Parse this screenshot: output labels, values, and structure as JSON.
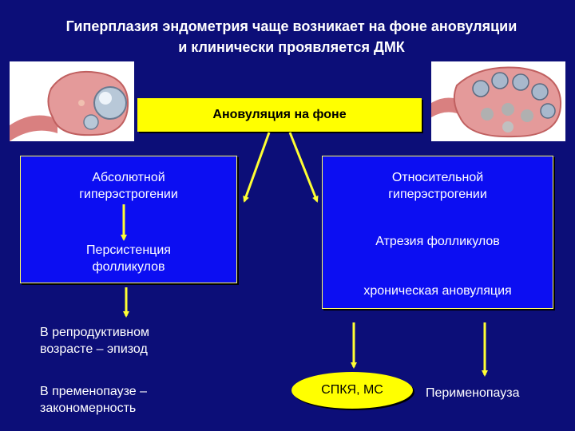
{
  "title": {
    "line1": "Гиперплазия эндометрия чаще возникает на фоне ановуляции",
    "line2": "и клинически проявляется ДМК"
  },
  "center_box": {
    "label": "Ановуляция на фоне"
  },
  "left_box": {
    "top_label": [
      "Абсолютной",
      "гиперэстрогении"
    ],
    "bottom_label": [
      "Персистенция",
      "фолликулов"
    ]
  },
  "right_box": {
    "top_label": [
      "Относительной",
      "гиперэстрогении"
    ],
    "bottom_label": "Атрезия фолликулов"
  },
  "chronic_anovulation": "хроническая ановуляция",
  "reproductive_text": [
    "В репродуктивном",
    "возрасте – эпизод"
  ],
  "premenopause_text": [
    "В пременопаузе –",
    "закономерность"
  ],
  "pcos_oval": "СПКЯ, МС",
  "perimenopause": "Перименопауза",
  "colors": {
    "background": "#0c0e78",
    "box_blue": "#0c0ef2",
    "yellow": "#ffff00",
    "arrow": "#ffff33",
    "text": "#ffffff"
  }
}
